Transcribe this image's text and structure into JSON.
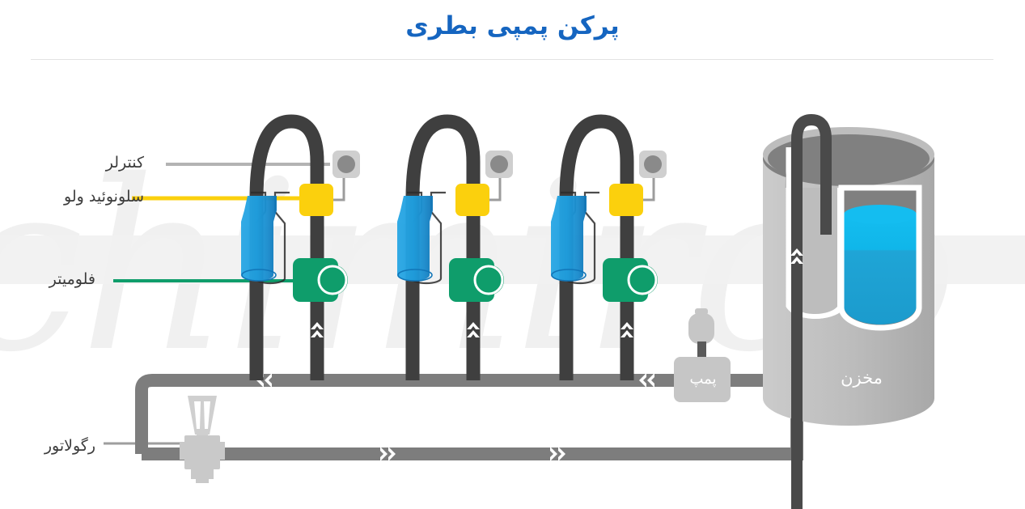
{
  "page": {
    "title": "پرکن پمپی بطری",
    "title_color": "#1565c0",
    "background": "#ffffff",
    "watermark_text": "chimirco"
  },
  "labels": {
    "controller": {
      "text": "کنترلر",
      "leader_color": "#b3b3b3"
    },
    "solenoid_valve": {
      "text": "سلونوئید ولو",
      "leader_color": "#fbd00d"
    },
    "flowmeter": {
      "text": "فلومیتر",
      "leader_color": "#0f9d6b"
    },
    "regulator": {
      "text": "رگولاتور",
      "leader_color": "#9e9e9e"
    }
  },
  "equipment": {
    "pump": {
      "text": "پمپ",
      "color": "#c6c6c6"
    },
    "tank": {
      "text": "مخزن",
      "color": "#bcbcbc",
      "liquid_color": "#12b5e5",
      "liquid_color_dark": "#1ea7d8",
      "interior_color": "#808080"
    },
    "bottle": {
      "count": 3,
      "color": "#1e9fe0",
      "color_dark": "#1176b8"
    },
    "solenoid_valve_body": {
      "color": "#fbd00d"
    },
    "flowmeter_body": {
      "color": "#0f9d6b",
      "gauge_color": "#ffffff"
    },
    "controller_box": {
      "color": "#cfcfcf",
      "knob_color": "#8a8a8a"
    },
    "pipe_dark": {
      "color": "#3f3f3f"
    },
    "pipe_gray": {
      "color": "#7d7d7d"
    },
    "regulator_body": {
      "color": "#c9c9c9"
    }
  },
  "colors": {
    "accent_blue": "#1565c0",
    "green": "#0f9d6b",
    "yellow": "#fbd00d",
    "pipe_dark": "#3f3f3f",
    "pipe_gray": "#7d7d7d",
    "band_gray": "#efefef"
  }
}
